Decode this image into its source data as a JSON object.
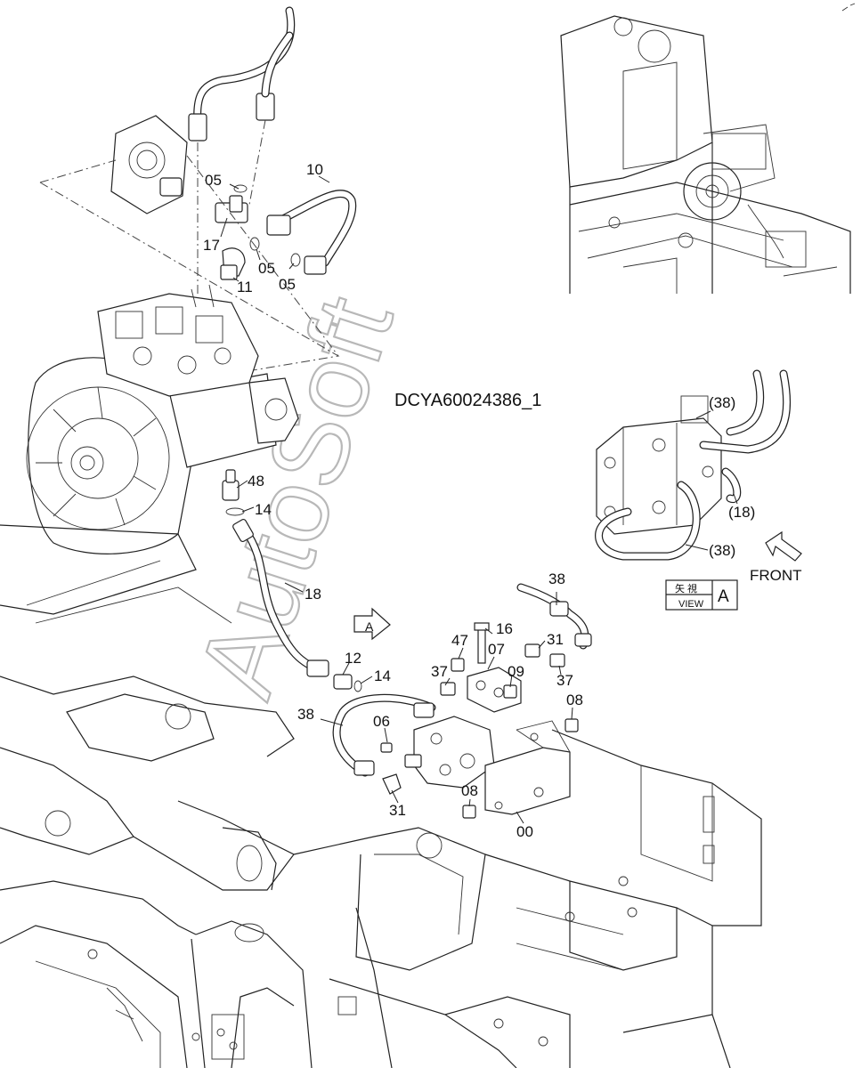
{
  "diagram_code": "DCYA60024386_1",
  "watermark": "AutoSoft",
  "view_box": {
    "kanji": "矢 視",
    "view_text": "VIEW",
    "letter": "A"
  },
  "front_label": "FRONT",
  "view_arrow_letter": "A",
  "callouts": [
    {
      "id": "c05a",
      "text": "05"
    },
    {
      "id": "c10",
      "text": "10"
    },
    {
      "id": "c17",
      "text": "17"
    },
    {
      "id": "c05b",
      "text": "05"
    },
    {
      "id": "c05c",
      "text": "05"
    },
    {
      "id": "c11",
      "text": "11"
    },
    {
      "id": "c48",
      "text": "48"
    },
    {
      "id": "c14a",
      "text": "14"
    },
    {
      "id": "c18",
      "text": "18"
    },
    {
      "id": "c12",
      "text": "12"
    },
    {
      "id": "c14b",
      "text": "14"
    },
    {
      "id": "c38a",
      "text": "38"
    },
    {
      "id": "c38b",
      "text": "38"
    },
    {
      "id": "c16",
      "text": "16"
    },
    {
      "id": "c47",
      "text": "47"
    },
    {
      "id": "c07",
      "text": "07"
    },
    {
      "id": "c31a",
      "text": "31"
    },
    {
      "id": "c37a",
      "text": "37"
    },
    {
      "id": "c09",
      "text": "09"
    },
    {
      "id": "c37b",
      "text": "37"
    },
    {
      "id": "c08a",
      "text": "08"
    },
    {
      "id": "c06",
      "text": "06"
    },
    {
      "id": "c31b",
      "text": "31"
    },
    {
      "id": "c08b",
      "text": "08"
    },
    {
      "id": "c00",
      "text": "00"
    },
    {
      "id": "c38p1",
      "text": "(38)"
    },
    {
      "id": "c18p",
      "text": "(18)"
    },
    {
      "id": "c38p2",
      "text": "(38)"
    }
  ]
}
